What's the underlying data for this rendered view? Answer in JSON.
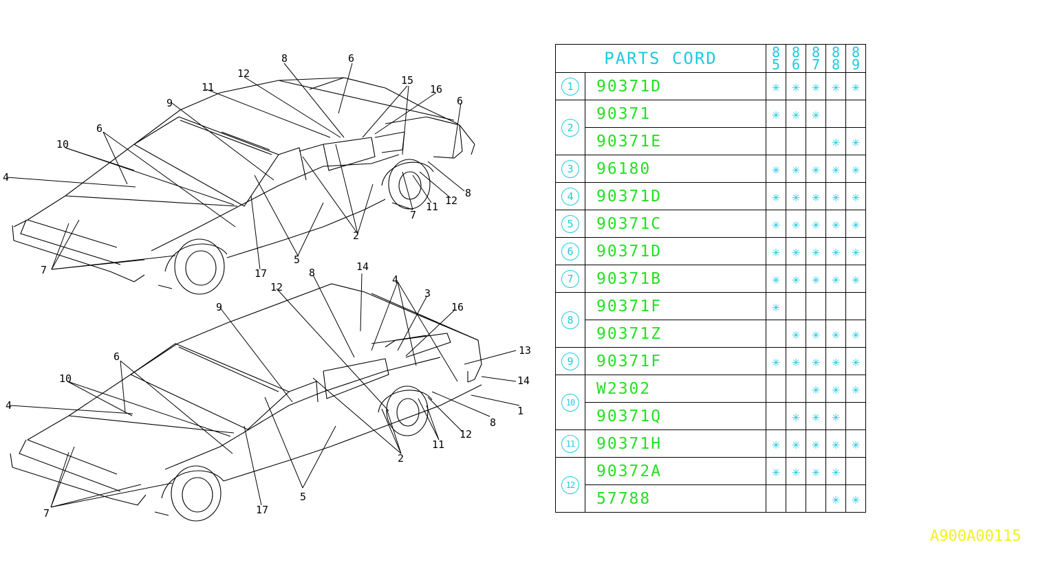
{
  "diagram": {
    "top_car": {
      "callouts": [
        "8",
        "6",
        "12",
        "11",
        "15",
        "16",
        "6",
        "9",
        "6",
        "10",
        "4",
        "8",
        "11",
        "12",
        "7",
        "2",
        "5",
        "7",
        "17"
      ]
    },
    "bottom_car": {
      "callouts": [
        "14",
        "8",
        "12",
        "4",
        "3",
        "9",
        "16",
        "13",
        "6",
        "10",
        "14",
        "4",
        "1",
        "8",
        "12",
        "11",
        "2",
        "7",
        "5",
        "17"
      ]
    }
  },
  "table": {
    "title": "PARTS CORD",
    "years": [
      [
        "8",
        "5"
      ],
      [
        "8",
        "6"
      ],
      [
        "8",
        "7"
      ],
      [
        "8",
        "8"
      ],
      [
        "8",
        "9"
      ]
    ],
    "groups": [
      {
        "ref": "1",
        "rows": [
          {
            "part": "90371D",
            "marks": [
              "✳",
              "✳",
              "✳",
              "✳",
              "✳"
            ]
          }
        ]
      },
      {
        "ref": "2",
        "rows": [
          {
            "part": "90371",
            "marks": [
              "✳",
              "✳",
              "✳",
              "",
              ""
            ]
          },
          {
            "part": "90371E",
            "marks": [
              "",
              "",
              "",
              "✳",
              "✳"
            ]
          }
        ]
      },
      {
        "ref": "3",
        "rows": [
          {
            "part": "96180",
            "marks": [
              "✳",
              "✳",
              "✳",
              "✳",
              "✳"
            ]
          }
        ]
      },
      {
        "ref": "4",
        "rows": [
          {
            "part": "90371D",
            "marks": [
              "✳",
              "✳",
              "✳",
              "✳",
              "✳"
            ]
          }
        ]
      },
      {
        "ref": "5",
        "rows": [
          {
            "part": "90371C",
            "marks": [
              "✳",
              "✳",
              "✳",
              "✳",
              "✳"
            ]
          }
        ]
      },
      {
        "ref": "6",
        "rows": [
          {
            "part": "90371D",
            "marks": [
              "✳",
              "✳",
              "✳",
              "✳",
              "✳"
            ]
          }
        ]
      },
      {
        "ref": "7",
        "rows": [
          {
            "part": "90371B",
            "marks": [
              "✳",
              "✳",
              "✳",
              "✳",
              "✳"
            ]
          }
        ]
      },
      {
        "ref": "8",
        "rows": [
          {
            "part": "90371F",
            "marks": [
              "✳",
              "",
              "",
              "",
              ""
            ]
          },
          {
            "part": "90371Z",
            "marks": [
              "",
              "✳",
              "✳",
              "✳",
              "✳"
            ]
          }
        ]
      },
      {
        "ref": "9",
        "rows": [
          {
            "part": "90371F",
            "marks": [
              "✳",
              "✳",
              "✳",
              "✳",
              "✳"
            ]
          }
        ]
      },
      {
        "ref": "10",
        "rows": [
          {
            "part": "W2302",
            "marks": [
              "",
              "",
              "✳",
              "✳",
              "✳"
            ]
          },
          {
            "part": "90371Q",
            "marks": [
              "",
              "✳",
              "✳",
              "✳",
              ""
            ]
          }
        ]
      },
      {
        "ref": "11",
        "rows": [
          {
            "part": "90371H",
            "marks": [
              "✳",
              "✳",
              "✳",
              "✳",
              "✳"
            ]
          }
        ]
      },
      {
        "ref": "12",
        "rows": [
          {
            "part": "90372A",
            "marks": [
              "✳",
              "✳",
              "✳",
              "✳",
              ""
            ]
          },
          {
            "part": "57788",
            "marks": [
              "",
              "",
              "",
              "✳",
              "✳"
            ]
          }
        ]
      }
    ]
  },
  "watermark": "A900A00115",
  "colors": {
    "header": "#1ec8e0",
    "part_code": "#22e022",
    "watermark": "#f4f020",
    "lines": "#000000"
  }
}
